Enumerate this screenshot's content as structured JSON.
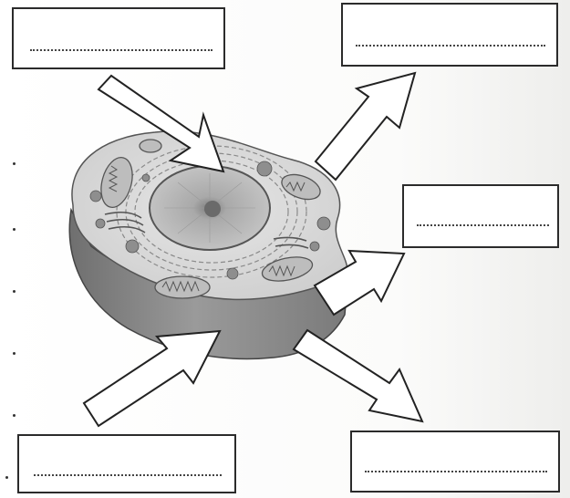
{
  "worksheet": {
    "label_boxes": [
      {
        "id": "top-left",
        "value": ""
      },
      {
        "id": "top-right",
        "value": ""
      },
      {
        "id": "middle-right",
        "value": ""
      },
      {
        "id": "bottom-left",
        "value": ""
      },
      {
        "id": "bottom-right",
        "value": ""
      }
    ]
  }
}
